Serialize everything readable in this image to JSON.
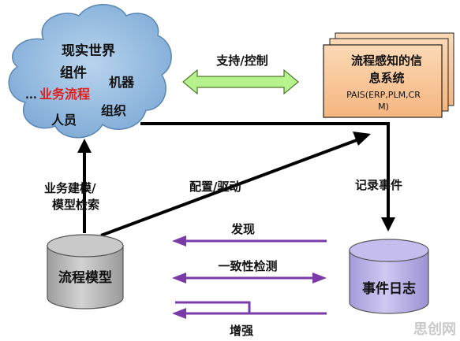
{
  "cloud": {
    "line1": "现实世界",
    "line2": "组件",
    "dots": "...",
    "process": "业务流程",
    "machine": "机器",
    "org": "组织",
    "people": "人员"
  },
  "pais": {
    "title_line1": "流程感知的信",
    "title_line2": "息系统",
    "sub_line1": "PAIS(ERP,PLM,CR",
    "sub_line2": "M)"
  },
  "labels": {
    "support": "支持/控制",
    "config": "配置/驱动",
    "record": "记录事件",
    "modeling_line1": "业务建模/",
    "modeling_line2": "模型检索",
    "discover": "发现",
    "conformance": "一致性检测",
    "enhance": "增强"
  },
  "cylinders": {
    "process_model": "流程模型",
    "event_log": "事件日志"
  },
  "watermark": "思创网",
  "colors": {
    "cloud_fill": "#8fb8de",
    "pais_fill": "#f9c79a",
    "arrow_green": "#b6f28d",
    "arrow_purple": "#7a3aa8",
    "cyl_gray": "#b7b7b7",
    "cyl_purple": "#b7b0e3",
    "process_red": "#e0201c"
  }
}
